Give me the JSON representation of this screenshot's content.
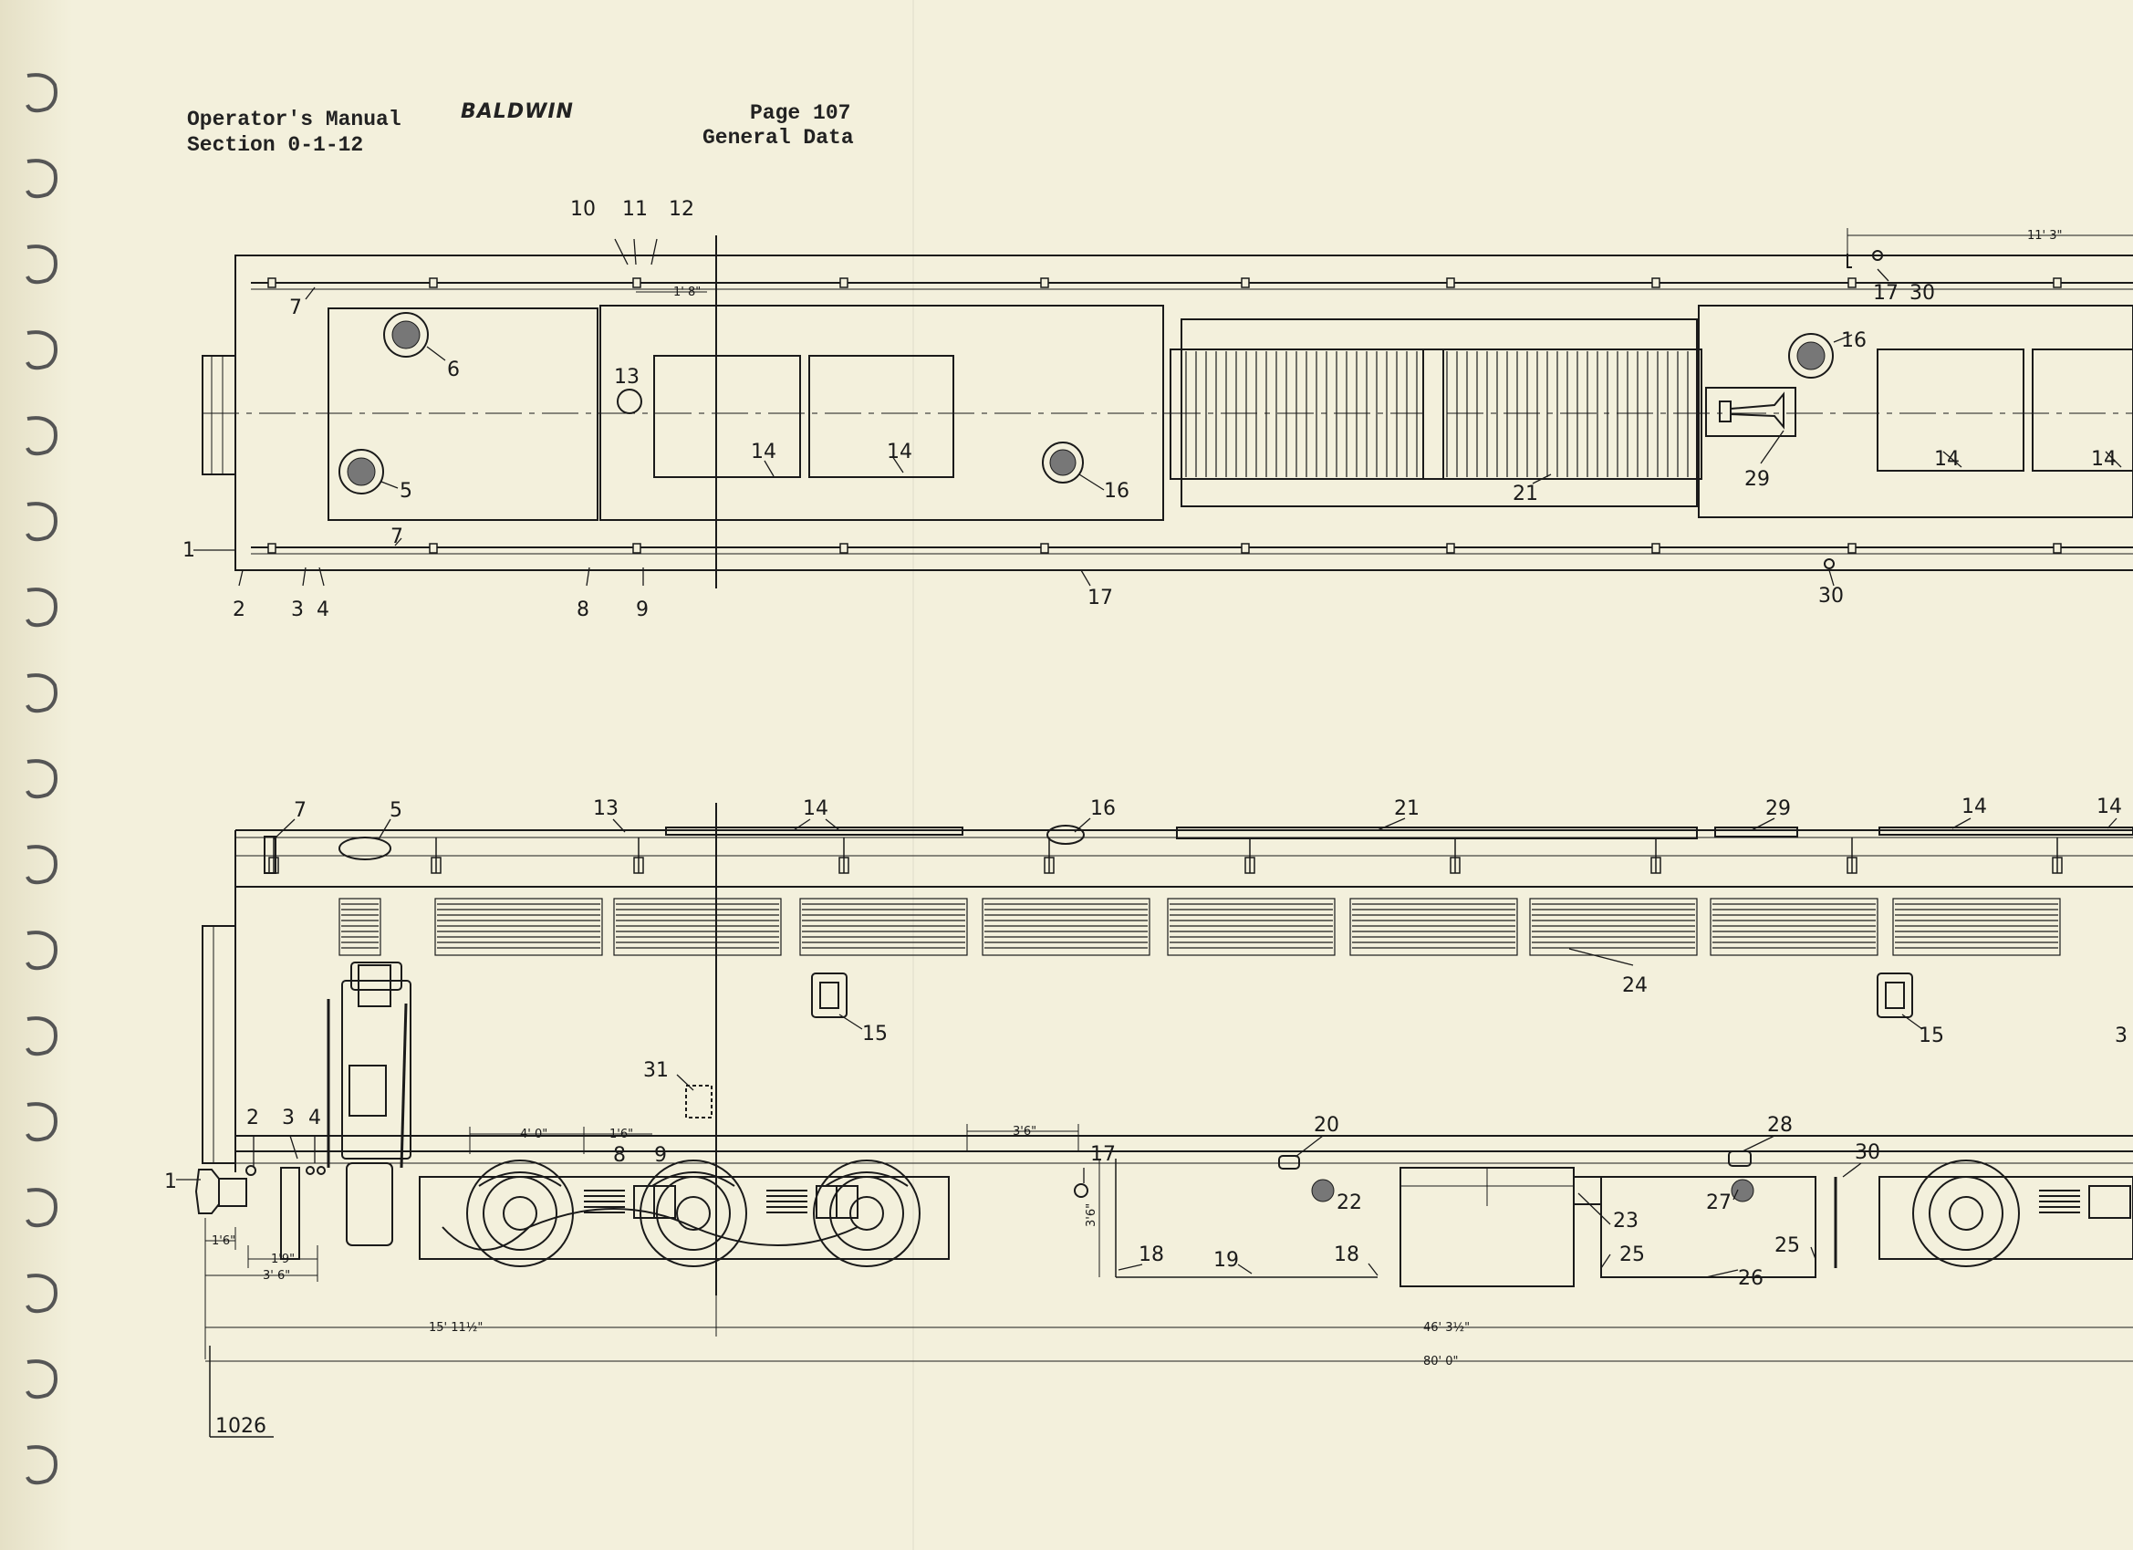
{
  "header": {
    "manual": "Operator's Manual",
    "section": "Section 0-1-12",
    "brand": "BALDWIN",
    "page": "Page 107",
    "subject": "General Data"
  },
  "figure_number": "1026",
  "callouts_top": {
    "c10": "10",
    "c11": "11",
    "c12": "12",
    "c7a": "7",
    "c7b": "7",
    "c6": "6",
    "c5": "5",
    "c13": "13",
    "c14a": "14",
    "c14b": "14",
    "c16a": "16",
    "c16b": "16",
    "c21": "21",
    "c29": "29",
    "c14c": "14",
    "c14d": "14",
    "c17a": "17",
    "c30a": "30",
    "c1": "1",
    "c2": "2",
    "c3": "3",
    "c4": "4",
    "c8": "8",
    "c9": "9",
    "c17b": "17",
    "c30b": "30"
  },
  "callouts_side": {
    "c7": "7",
    "c5": "5",
    "c13": "13",
    "c14a": "14",
    "c16": "16",
    "c21": "21",
    "c29": "29",
    "c14b": "14",
    "c14c": "14",
    "c24": "24",
    "c15a": "15",
    "c15b": "15",
    "c3r": "3",
    "c31": "31",
    "c2": "2",
    "c3": "3",
    "c4": "4",
    "c1": "1",
    "c8": "8",
    "c9": "9",
    "c17": "17",
    "c20": "20",
    "c28": "28",
    "c30": "30",
    "c22": "22",
    "c18a": "18",
    "c18b": "18",
    "c19": "19",
    "c23": "23",
    "c27": "27",
    "c25a": "25",
    "c25b": "25",
    "c26": "26"
  },
  "dimensions": {
    "d11_3": "11' 3\"",
    "d1_8": "1' 8\"",
    "d4_0": "4' 0\"",
    "d1_6a": "1'6\"",
    "d3_6a": "3'6\"",
    "d3_6v": "3'6\"",
    "d1_6b": "1'6\"",
    "d1_9": "1'9\"",
    "d3_6b": "3' 6\"",
    "d15_11": "15' 11½\"",
    "d46_3": "46' 3½\"",
    "d80_0": "80' 0\""
  }
}
